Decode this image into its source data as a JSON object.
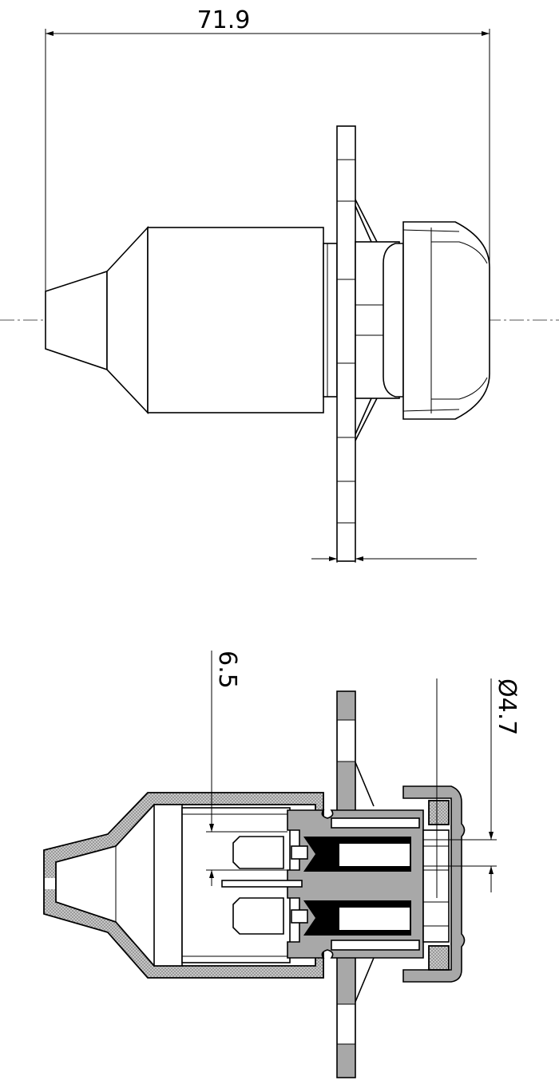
{
  "drawing": {
    "top_view": {
      "overall_length_label": "71.9"
    },
    "section_view": {
      "depth_label": "6.5",
      "diameter_label": "Ø4.7"
    }
  },
  "colors": {
    "line": "#000000",
    "section_fill": "#a8a8a8",
    "background": "#ffffff"
  }
}
